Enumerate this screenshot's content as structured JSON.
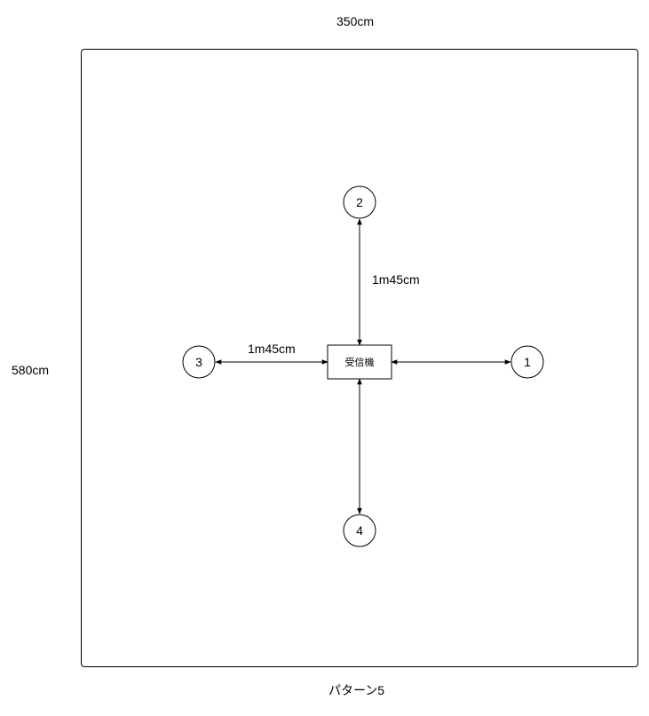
{
  "room": {
    "width_label": "350cm",
    "height_label": "580cm",
    "caption": "パターン5"
  },
  "receiver": {
    "label": "受信機"
  },
  "nodes": [
    {
      "label": "1"
    },
    {
      "label": "2"
    },
    {
      "label": "3"
    },
    {
      "label": "4"
    }
  ],
  "distances": {
    "vertical": "1m45cm",
    "horizontal": "1m45cm"
  }
}
